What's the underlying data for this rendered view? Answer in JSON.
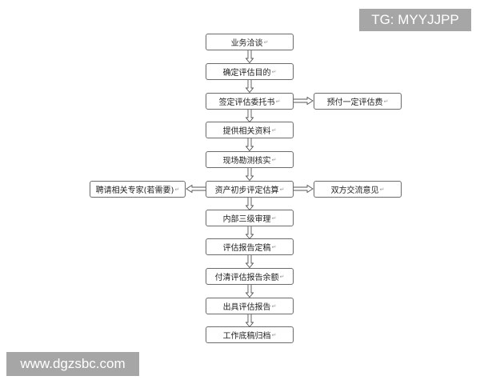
{
  "watermarks": {
    "top_right": "TG: MYYJJPP",
    "bottom_left": "www.dgzsbc.com"
  },
  "flowchart": {
    "return_mark": "↵",
    "main_steps": [
      {
        "label": "业务洽谈"
      },
      {
        "label": "确定评估目的"
      },
      {
        "label": "签定评估委托书"
      },
      {
        "label": "提供相关资料"
      },
      {
        "label": "现场勘测核实"
      },
      {
        "label": "资产初步评定估算"
      },
      {
        "label": "内部三级审理"
      },
      {
        "label": "评估报告定稿"
      },
      {
        "label": "付清评估报告余额"
      },
      {
        "label": "出具评估报告"
      },
      {
        "label": "工作底稿归档"
      }
    ],
    "side_steps": {
      "prepay_fee": {
        "label": "预付一定评估费",
        "from_step": 2,
        "direction": "right"
      },
      "hire_experts": {
        "label": "聘请相关专家(若需要)",
        "from_step": 5,
        "direction": "left"
      },
      "mutual_exchange": {
        "label": "双方交流意见",
        "from_step": 5,
        "direction": "right"
      }
    }
  }
}
